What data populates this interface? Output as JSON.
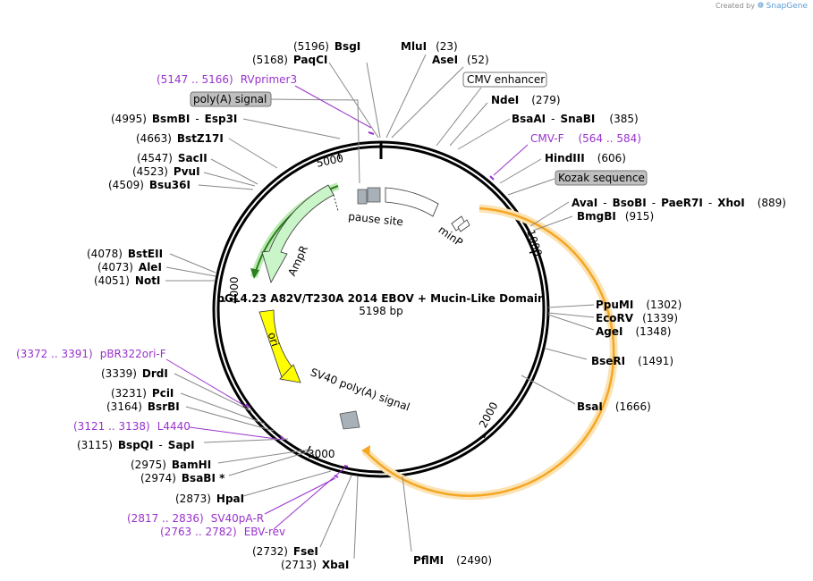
{
  "credit": {
    "prefix": "Created by",
    "brand": "SnapGene"
  },
  "plasmid": {
    "name": "pGL4.23 A82V/T230A 2014 EBOV + Mucin-Like Domain",
    "size": "5198 bp"
  },
  "ticks": [
    "1000",
    "2000",
    "3000",
    "4000",
    "5000"
  ],
  "features": {
    "ampr": "AmpR",
    "ori": "ori",
    "sv40": "SV40 poly(A) signal",
    "pause": "pause site",
    "minp": "minP"
  },
  "boxed": {
    "cmv_enhancer": "CMV enhancer",
    "polya": "poly(A) signal",
    "kozak": "Kozak sequence"
  },
  "enzymes": {
    "bsgi": {
      "pos": "(5196)",
      "name": "BsgI"
    },
    "paqci": {
      "pos": "(5168)",
      "name": "PaqCI"
    },
    "mlui": {
      "name": "MluI",
      "pos": "(23)"
    },
    "asei": {
      "name": "AseI",
      "pos": "(52)"
    },
    "ndei": {
      "name": "NdeI",
      "pos": "(279)"
    },
    "bsaai": {
      "name": "BsaAI",
      "sep": "-",
      "name2": "SnaBI",
      "pos": "(385)"
    },
    "hindiii": {
      "name": "HindIII",
      "pos": "(606)"
    },
    "avai": {
      "name": "AvaI",
      "n2": "BsoBI",
      "n3": "PaeR7I",
      "n4": "XhoI",
      "sep": "-",
      "pos": "(889)"
    },
    "bmgbi": {
      "name": "BmgBI",
      "pos": "(915)"
    },
    "ppumi": {
      "name": "PpuMI",
      "pos": "(1302)"
    },
    "ecorv": {
      "name": "EcoRV",
      "pos": "(1339)"
    },
    "agei": {
      "name": "AgeI",
      "pos": "(1348)"
    },
    "beseri": {
      "name": "BseRI",
      "pos": "(1491)"
    },
    "bsai": {
      "name": "BsaI",
      "pos": "(1666)"
    },
    "pflmi": {
      "name": "PflMI",
      "pos": "(2490)"
    },
    "xbai": {
      "pos": "(2713)",
      "name": "XbaI"
    },
    "fsei": {
      "pos": "(2732)",
      "name": "FseI"
    },
    "hpai": {
      "pos": "(2873)",
      "name": "HpaI"
    },
    "bsabi": {
      "pos": "(2974)",
      "name": "BsaBI *"
    },
    "bamhi": {
      "pos": "(2975)",
      "name": "BamHI"
    },
    "bspqi": {
      "pos": "(3115)",
      "name": "BspQI",
      "sep": "-",
      "name2": "SapI"
    },
    "bsrbi": {
      "pos": "(3164)",
      "name": "BsrBI"
    },
    "pcii": {
      "pos": "(3231)",
      "name": "PciI"
    },
    "drdi": {
      "pos": "(3339)",
      "name": "DrdI"
    },
    "noti": {
      "pos": "(4051)",
      "name": "NotI"
    },
    "alei": {
      "pos": "(4073)",
      "name": "AleI"
    },
    "bsteii": {
      "pos": "(4078)",
      "name": "BstEII"
    },
    "bsu36i": {
      "pos": "(4509)",
      "name": "Bsu36I"
    },
    "pvui": {
      "pos": "(4523)",
      "name": "PvuI"
    },
    "sacii": {
      "pos": "(4547)",
      "name": "SacII"
    },
    "bstz17i": {
      "pos": "(4663)",
      "name": "BstZ17I"
    },
    "bsmbi": {
      "pos": "(4995)",
      "name": "BsmBI",
      "sep": "-",
      "name2": "Esp3I"
    }
  },
  "primers": {
    "rvprimer3": {
      "range": "(5147 .. 5166)",
      "name": "RVprimer3"
    },
    "cmvf": {
      "name": "CMV-F",
      "range": "(564 .. 584)"
    },
    "pbr322": {
      "range": "(3372 .. 3391)",
      "name": "pBR322ori-F"
    },
    "l4440": {
      "range": "(3121 .. 3138)",
      "name": "L4440"
    },
    "sv40par": {
      "range": "(2817 .. 2836)",
      "name": "SV40pA-R"
    },
    "ebvrev": {
      "range": "(2763 .. 2782)",
      "name": "EBV-rev"
    }
  },
  "colors": {
    "luc": "#f5a623",
    "luc_glow": "#fbe3b4",
    "ampr": "#c9f5c9",
    "ampr_glow": "#9fe39f",
    "ori": "#ffff00",
    "primer": "#9933cc",
    "feature_gray": "#a8b0b8"
  }
}
